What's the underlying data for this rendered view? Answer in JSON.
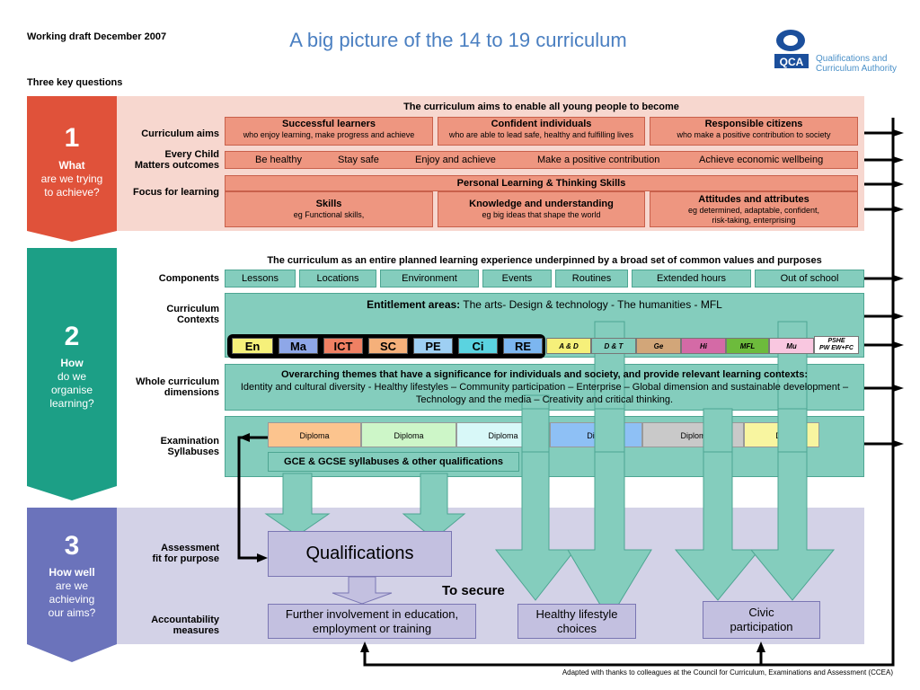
{
  "header": {
    "draft": "Working draft December 2007",
    "title": "A big picture of the 14 to 19 curriculum",
    "logo_abbr": "QCA",
    "logo_line1": "Qualifications and",
    "logo_line2": "Curriculum Authority",
    "key_questions": "Three key questions"
  },
  "questions": [
    {
      "number": "1",
      "bold": "What",
      "text": [
        "are we trying",
        "to achieve?"
      ]
    },
    {
      "number": "2",
      "bold": "How",
      "text": [
        "do we",
        "organise",
        "learning?"
      ]
    },
    {
      "number": "3",
      "bold": "How well",
      "text": [
        "are we",
        "achieving",
        "our aims?"
      ]
    }
  ],
  "section1": {
    "heading": "The curriculum aims to enable all young people to become",
    "label_aims": "Curriculum aims",
    "label_ecm1": "Every Child",
    "label_ecm2": "Matters outcomes",
    "label_focus": "Focus for learning",
    "aims": [
      {
        "title": "Successful learners",
        "sub": "who enjoy learning, make progress and achieve"
      },
      {
        "title": "Confident individuals",
        "sub": "who are able to lead safe, healthy and fulfilling lives"
      },
      {
        "title": "Responsible citizens",
        "sub": "who make a positive contribution to society"
      }
    ],
    "ecm": [
      "Be healthy",
      "Stay safe",
      "Enjoy and achieve",
      "Make a positive contribution",
      "Achieve economic wellbeing"
    ],
    "plts": "Personal Learning & Thinking Skills",
    "focus": [
      {
        "title": "Skills",
        "sub": "eg Functional skills,"
      },
      {
        "title": "Knowledge and understanding",
        "sub": "eg big ideas that shape the world"
      },
      {
        "title": "Attitudes and attributes",
        "sub": "eg determined, adaptable, confident,",
        "sub2": "risk-taking, enterprising"
      }
    ]
  },
  "section2": {
    "heading": "The curriculum as an entire planned learning experience underpinned by a broad set of common values and purposes",
    "label_components": "Components",
    "label_contexts1": "Curriculum",
    "label_contexts2": "Contexts",
    "label_whole1": "Whole curriculum",
    "label_whole2": "dimensions",
    "label_exam1": "Examination",
    "label_exam2": "Syllabuses",
    "components": [
      "Lessons",
      "Locations",
      "Environment",
      "Events",
      "Routines",
      "Extended hours",
      "Out of school"
    ],
    "entitlement_bold": "Entitlement areas:",
    "entitlement_text": " The arts- Design & technology - The humanities - MFL",
    "core_subjects": [
      "En",
      "Ma",
      "ICT",
      "SC",
      "PE",
      "Ci",
      "RE"
    ],
    "other_subjects": [
      "A & D",
      "D & T",
      "Ge",
      "Hi",
      "MFL",
      "Mu"
    ],
    "pshe1": "PSHE",
    "pshe2": "PW EW+FC",
    "themes_title": "Overarching themes that have a significance for individuals and society, and provide relevant learning contexts:",
    "themes_line1": "Identity and cultural diversity - Healthy lifestyles – Community participation – Enterprise  – Global dimension and sustainable development –",
    "themes_line2": "Technology and the media – Creativity and critical thinking.",
    "diplomas": [
      "Diploma",
      "Diploma",
      "Diploma",
      "Diplo",
      "Diplom",
      "Dip"
    ],
    "gcse": "GCE & GCSE syllabuses & other qualifications"
  },
  "section3": {
    "label_assess1": "Assessment",
    "label_assess2": "fit for purpose",
    "label_account1": "Accountability",
    "label_account2": "measures",
    "qualifications": "Qualifications",
    "to_secure": "To secure",
    "further1": "Further involvement in education,",
    "further2": "employment or training",
    "healthy1": "Healthy lifestyle",
    "healthy2": "choices",
    "civic1": "Civic",
    "civic2": "participation"
  },
  "footer": "Adapted with thanks to colleagues at the Council for Curriculum, Examinations and Assessment (CCEA)",
  "colors": {
    "title": "#4a7fc1",
    "q1": "#e0523a",
    "q2": "#1c9f86",
    "q3": "#6b73bb",
    "band1": "#f7d7cf",
    "band3": "#d3d2e7",
    "pink_box": "#ee9680",
    "teal_box": "#84cdbd",
    "purple_box": "#c3c0e0"
  }
}
